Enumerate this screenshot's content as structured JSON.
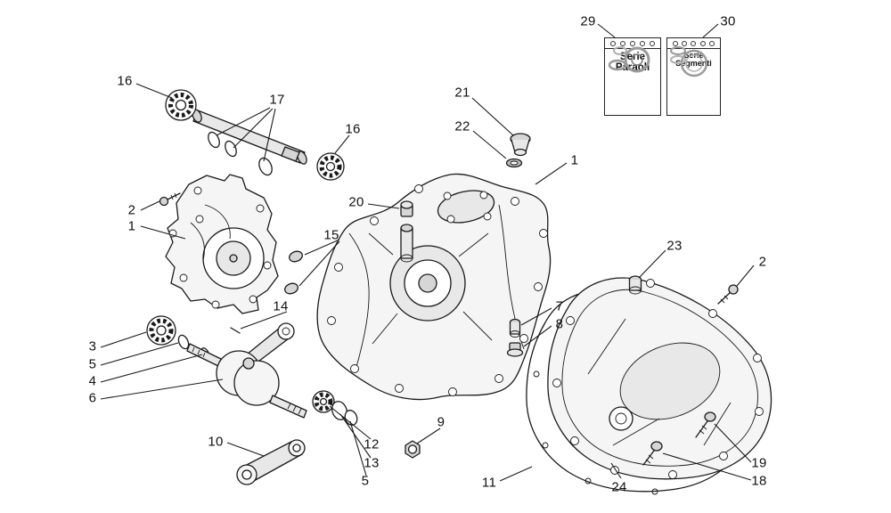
{
  "page": {
    "background": "#ffffff",
    "line_color": "#1a1a1a"
  },
  "diagram": {
    "kind": "exploded-parts-diagram-engine-crankcase",
    "labels": [
      {
        "text": "16"
      },
      {
        "text": "17"
      },
      {
        "text": "16"
      },
      {
        "text": "2"
      },
      {
        "text": "1"
      },
      {
        "text": "21"
      },
      {
        "text": "22"
      },
      {
        "text": "20"
      },
      {
        "text": "15"
      },
      {
        "text": "14"
      },
      {
        "text": "3"
      },
      {
        "text": "5"
      },
      {
        "text": "4"
      },
      {
        "text": "6"
      },
      {
        "text": "10"
      },
      {
        "text": "12"
      },
      {
        "text": "13"
      },
      {
        "text": "5"
      },
      {
        "text": "9"
      },
      {
        "text": "7"
      },
      {
        "text": "8"
      },
      {
        "text": "23"
      },
      {
        "text": "2"
      },
      {
        "text": "1"
      },
      {
        "text": "11"
      },
      {
        "text": "24"
      },
      {
        "text": "19"
      },
      {
        "text": "18"
      },
      {
        "text": "29"
      },
      {
        "text": "30"
      }
    ],
    "kits": [
      {
        "ref": "29",
        "line1": "Serie",
        "line2": "Paraoli"
      },
      {
        "ref": "30",
        "line1": "Serie",
        "line2": "Segmenti"
      }
    ]
  }
}
